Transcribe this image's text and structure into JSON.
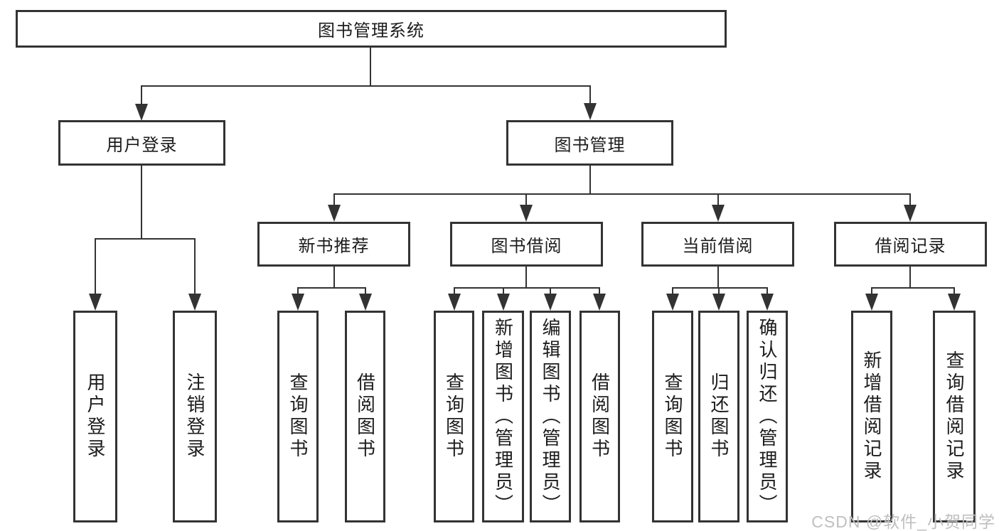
{
  "diagram": {
    "root": {
      "label": "图书管理系统"
    },
    "level2": {
      "user_login": {
        "label": "用户登录"
      },
      "book_mgmt": {
        "label": "图书管理"
      }
    },
    "level3": {
      "new_book_rec": {
        "label": "新书推荐"
      },
      "book_borrow": {
        "label": "图书借阅"
      },
      "current_borrow": {
        "label": "当前借阅"
      },
      "borrow_records": {
        "label": "借阅记录"
      }
    },
    "leaves": {
      "user_login": "用户登录",
      "logout": "注销登录",
      "rec_query_book": "查询图书",
      "rec_borrow_book": "借阅图书",
      "bor_query_book": "查询图书",
      "bor_add_book": "新增图书（管理员）",
      "bor_edit_book": "编辑图书（管理员）",
      "bor_borrow_book": "借阅图书",
      "cur_query_book": "查询图书",
      "cur_return_book": "归还图书",
      "cur_confirm_return": "确认归还（管理员）",
      "log_add_record": "新增借阅记录",
      "log_query_record": "查询借阅记录"
    },
    "line_color": "#333333"
  },
  "watermark": {
    "text": "CSDN @软件_小贺同学",
    "color": "#bfbfbf"
  }
}
